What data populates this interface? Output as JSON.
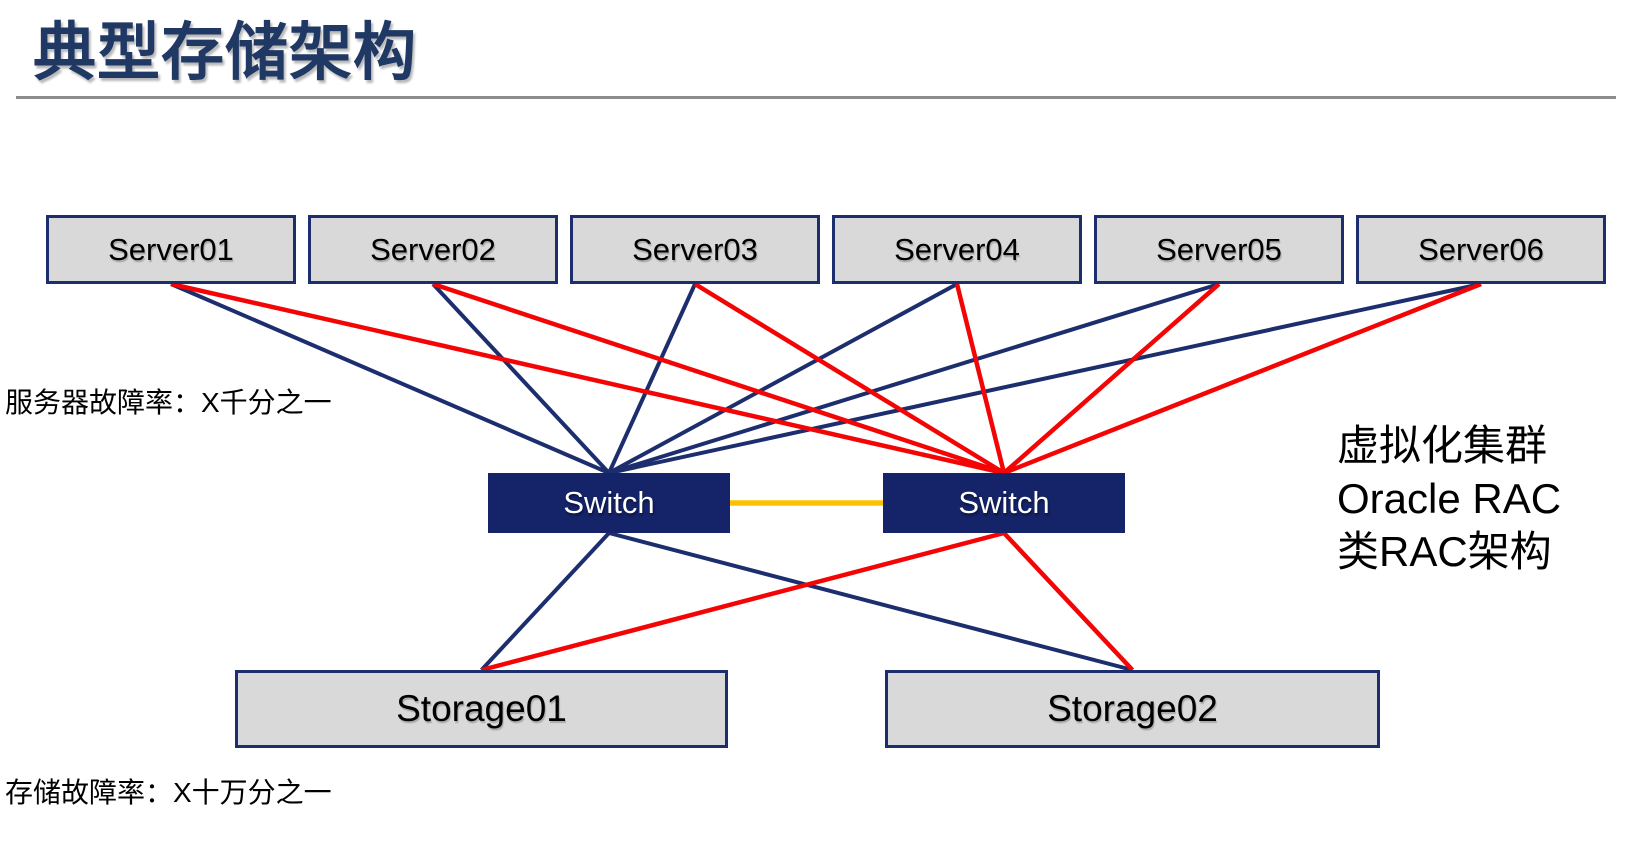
{
  "slide": {
    "title": "典型存储架构"
  },
  "colors": {
    "title_color": "#1f3864",
    "divider_color": "#8c8c8c",
    "navy_line": "#1c2e6e",
    "red_line": "#f40505",
    "gold_line": "#ffc000",
    "box_fill": "#d9d9d9",
    "box_border": "#1c2e6e",
    "switch_fill": "#152369"
  },
  "nodes": {
    "servers": [
      {
        "id": "server-0",
        "label": "Server01"
      },
      {
        "id": "server-1",
        "label": "Server02"
      },
      {
        "id": "server-2",
        "label": "Server03"
      },
      {
        "id": "server-3",
        "label": "Server04"
      },
      {
        "id": "server-4",
        "label": "Server05"
      },
      {
        "id": "server-5",
        "label": "Server06"
      }
    ],
    "switches": [
      {
        "id": "switch-0",
        "label": "Switch"
      },
      {
        "id": "switch-1",
        "label": "Switch"
      }
    ],
    "storages": [
      {
        "id": "storage-0",
        "label": "Storage01"
      },
      {
        "id": "storage-1",
        "label": "Storage02"
      }
    ]
  },
  "connections": [
    {
      "from": "server-0",
      "to": "switch-0",
      "color": "navy"
    },
    {
      "from": "server-1",
      "to": "switch-0",
      "color": "navy"
    },
    {
      "from": "server-2",
      "to": "switch-0",
      "color": "navy"
    },
    {
      "from": "server-3",
      "to": "switch-0",
      "color": "navy"
    },
    {
      "from": "server-4",
      "to": "switch-0",
      "color": "navy"
    },
    {
      "from": "server-5",
      "to": "switch-0",
      "color": "navy"
    },
    {
      "from": "switch-0",
      "to": "storage-0",
      "color": "navy"
    },
    {
      "from": "switch-0",
      "to": "storage-1",
      "color": "navy"
    },
    {
      "from": "server-0",
      "to": "switch-1",
      "color": "red"
    },
    {
      "from": "server-1",
      "to": "switch-1",
      "color": "red"
    },
    {
      "from": "server-2",
      "to": "switch-1",
      "color": "red"
    },
    {
      "from": "server-3",
      "to": "switch-1",
      "color": "red"
    },
    {
      "from": "server-4",
      "to": "switch-1",
      "color": "red"
    },
    {
      "from": "server-5",
      "to": "switch-1",
      "color": "red"
    },
    {
      "from": "switch-1",
      "to": "storage-0",
      "color": "red"
    },
    {
      "from": "switch-1",
      "to": "storage-1",
      "color": "red"
    },
    {
      "from": "switch-0",
      "to": "switch-1",
      "color": "gold"
    }
  ],
  "annotations": {
    "server_failure_rate": "服务器故障率：X千分之一",
    "storage_failure_rate": "存储故障率：X十万分之一",
    "right_note_lines": [
      "虚拟化集群",
      "Oracle RAC",
      "类RAC架构"
    ]
  }
}
